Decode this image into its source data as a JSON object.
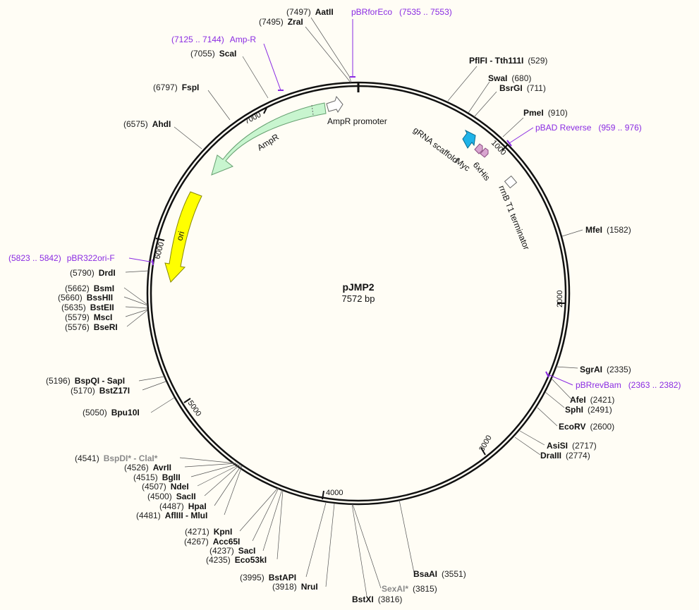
{
  "plasmid": {
    "name": "pJMP2",
    "length_label": "7572 bp",
    "length": 7572
  },
  "ticks": [
    "1000",
    "2000",
    "3000",
    "4000",
    "5000",
    "6000",
    "7000"
  ],
  "sites": [
    {
      "name": "AatII",
      "pos": "(7497)",
      "bp": 7497
    },
    {
      "name": "ZraI",
      "pos": "(7495)",
      "bp": 7495
    },
    {
      "name": "PflFI - Tth111I",
      "pos": "(529)",
      "bp": 529
    },
    {
      "name": "SwaI",
      "pos": "(680)",
      "bp": 680
    },
    {
      "name": "BsrGI",
      "pos": "(711)",
      "bp": 711
    },
    {
      "name": "PmeI",
      "pos": "(910)",
      "bp": 910
    },
    {
      "name": "MfeI",
      "pos": "(1582)",
      "bp": 1582
    },
    {
      "name": "SgrAI",
      "pos": "(2335)",
      "bp": 2335
    },
    {
      "name": "AfeI",
      "pos": "(2421)",
      "bp": 2421
    },
    {
      "name": "SphI",
      "pos": "(2491)",
      "bp": 2491
    },
    {
      "name": "EcoRV",
      "pos": "(2600)",
      "bp": 2600
    },
    {
      "name": "AsiSI",
      "pos": "(2717)",
      "bp": 2717
    },
    {
      "name": "DraIII",
      "pos": "(2774)",
      "bp": 2774
    },
    {
      "name": "BsaAI",
      "pos": "(3551)",
      "bp": 3551
    },
    {
      "name": "SexAI*",
      "pos": "(3815)",
      "bp": 3815,
      "gray": true
    },
    {
      "name": "BstXI",
      "pos": "(3816)",
      "bp": 3816
    },
    {
      "name": "NruI",
      "pos": "(3918)",
      "bp": 3918
    },
    {
      "name": "BstAPI",
      "pos": "(3995)",
      "bp": 3995
    },
    {
      "name": "Eco53kI",
      "pos": "(4235)",
      "bp": 4235
    },
    {
      "name": "SacI",
      "pos": "(4237)",
      "bp": 4237
    },
    {
      "name": "Acc65I",
      "pos": "(4267)",
      "bp": 4267
    },
    {
      "name": "KpnI",
      "pos": "(4271)",
      "bp": 4271
    },
    {
      "name": "AflIII - MluI",
      "pos": "(4481)",
      "bp": 4481
    },
    {
      "name": "HpaI",
      "pos": "(4487)",
      "bp": 4487
    },
    {
      "name": "SacII",
      "pos": "(4500)",
      "bp": 4500
    },
    {
      "name": "NdeI",
      "pos": "(4507)",
      "bp": 4507
    },
    {
      "name": "BglII",
      "pos": "(4515)",
      "bp": 4515
    },
    {
      "name": "AvrII",
      "pos": "(4526)",
      "bp": 4526
    },
    {
      "name": "BspDI* - ClaI*",
      "pos": "(4541)",
      "bp": 4541,
      "gray": true
    },
    {
      "name": "Bpu10I",
      "pos": "(5050)",
      "bp": 5050
    },
    {
      "name": "BstZ17I",
      "pos": "(5170)",
      "bp": 5170
    },
    {
      "name": "BspQI - SapI",
      "pos": "(5196)",
      "bp": 5196
    },
    {
      "name": "BseRI",
      "pos": "(5576)",
      "bp": 5576
    },
    {
      "name": "MscI",
      "pos": "(5579)",
      "bp": 5579
    },
    {
      "name": "BstEII",
      "pos": "(5635)",
      "bp": 5635
    },
    {
      "name": "BssHII",
      "pos": "(5660)",
      "bp": 5660
    },
    {
      "name": "BsmI",
      "pos": "(5662)",
      "bp": 5662
    },
    {
      "name": "DrdI",
      "pos": "(5790)",
      "bp": 5790
    },
    {
      "name": "AhdI",
      "pos": "(6575)",
      "bp": 6575
    },
    {
      "name": "FspI",
      "pos": "(6797)",
      "bp": 6797
    },
    {
      "name": "ScaI",
      "pos": "(7055)",
      "bp": 7055
    }
  ],
  "primers": [
    {
      "name": "pBRforEco",
      "range": "(7535 .. 7553)",
      "bp": 7544
    },
    {
      "name": "Amp-R",
      "range": "(7125 .. 7144)",
      "bp": 7135
    },
    {
      "name": "pBAD Reverse",
      "range": "(959 .. 976)",
      "bp": 968
    },
    {
      "name": "pBRrevBam",
      "range": "(2363 .. 2382)",
      "bp": 2372
    },
    {
      "name": "pBR322ori-F",
      "range": "(5823 .. 5842)",
      "bp": 5832
    }
  ],
  "features": {
    "ampr_promoter": "AmpR promoter",
    "ampr": "AmpR",
    "ori": "ori",
    "grna": "gRNA scaffold",
    "myc": "Myc",
    "his": "6xHis",
    "rrnb": "rrnB T1 terminator"
  },
  "colors": {
    "ampr": "#c8f5cf",
    "ori": "#ffff00",
    "grna": "#1fb3e8",
    "tag": "#d9a5d0",
    "primer": "#8a2be2"
  }
}
